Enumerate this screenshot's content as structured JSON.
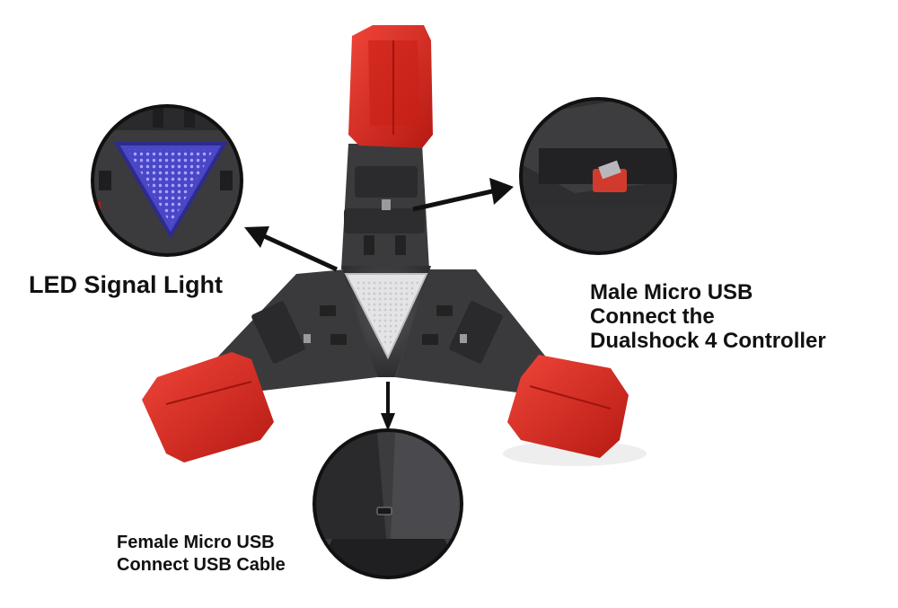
{
  "callouts": {
    "led": {
      "lines": [
        "LED Signal Light"
      ]
    },
    "male_usb": {
      "lines": [
        "Male Micro USB",
        "Connect the",
        "Dualshock 4 Controller"
      ]
    },
    "female_usb": {
      "lines": [
        "Female Micro USB",
        "Connect USB Cable"
      ]
    }
  },
  "colors": {
    "background": "#ffffff",
    "body": "#3a3a3c",
    "clip_red": "#d8281d",
    "led_white": "#e8e8ea",
    "led_blue": "#7f7bf2",
    "text": "#111111"
  }
}
